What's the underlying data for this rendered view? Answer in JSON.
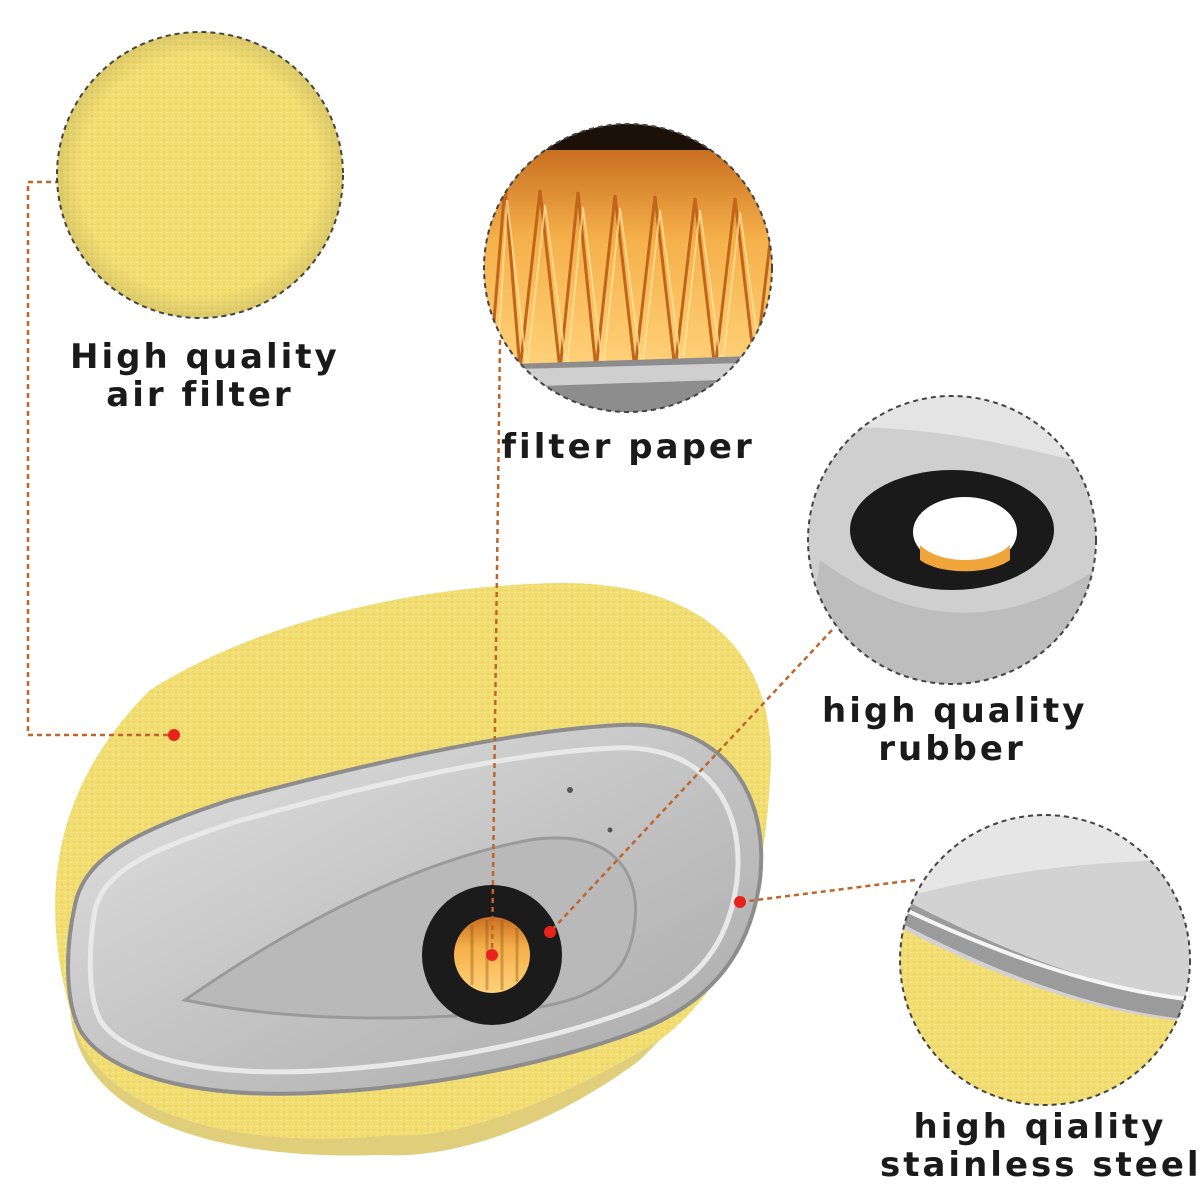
{
  "callouts": [
    {
      "id": "air-filter",
      "lines": [
        "High quality",
        "air filter"
      ]
    },
    {
      "id": "filter-paper",
      "lines": [
        "filter paper"
      ]
    },
    {
      "id": "rubber",
      "lines": [
        "high quality",
        "rubber"
      ]
    },
    {
      "id": "steel",
      "lines": [
        "high qiality",
        "stainless steel"
      ]
    }
  ],
  "colors": {
    "foam_yellow": "#f2dd72",
    "steel_gray": "#c9c9c9",
    "rubber_black": "#1b1b1b",
    "pleat_orange": "#f0a53a",
    "leader_line": "#c0652a",
    "marker_dot": "#e8221c"
  }
}
